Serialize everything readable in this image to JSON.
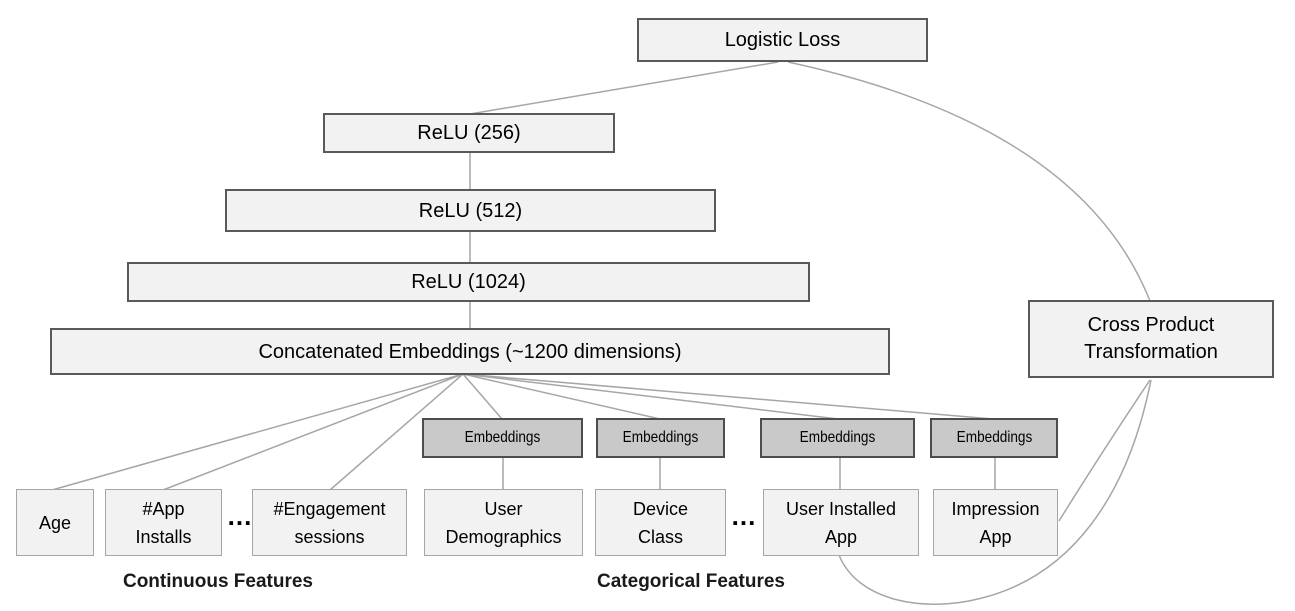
{
  "diagram": {
    "kind": "wide-and-deep-network-architecture",
    "nodes": {
      "logistic_loss": "Logistic Loss",
      "relu_256": "ReLU (256)",
      "relu_512": "ReLU (512)",
      "relu_1024": "ReLU (1024)",
      "concatenated_embeddings": "Concatenated Embeddings (~1200 dimensions)",
      "cross_product_transformation": "Cross Product\nTransformation",
      "embeddings_1": "Embeddings",
      "embeddings_2": "Embeddings",
      "embeddings_3": "Embeddings",
      "embeddings_4": "Embeddings",
      "age": "Age",
      "app_installs": "#App\nInstalls",
      "engagement_sessions": "#Engagement\nsessions",
      "user_demographics": "User\nDemographics",
      "device_class": "Device\nClass",
      "user_installed_app": "User Installed\nApp",
      "impression_app": "Impression\nApp"
    },
    "ellipsis_continuous": "...",
    "ellipsis_categorical": "...",
    "group_labels": {
      "continuous": "Continuous Features",
      "categorical": "Categorical Features"
    },
    "colors": {
      "node_fill": "#f2f2f2",
      "node_border_dark": "#595959",
      "feature_border_light": "#a6a6a6",
      "embedding_fill": "#c9c9c9",
      "embedding_border": "#4d4d4d",
      "connector_line": "#a6a6a6",
      "text": "#000000"
    }
  }
}
